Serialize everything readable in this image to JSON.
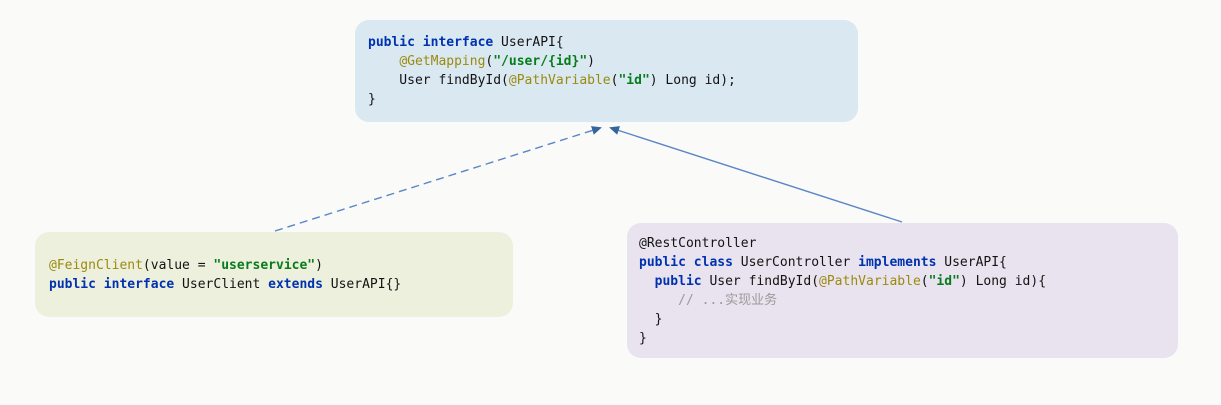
{
  "diagram": {
    "description": "Feign client / REST controller sharing a common UserAPI interface",
    "colors": {
      "page_background": "#fafaf8",
      "box_top_background": "#d9e8f1",
      "box_left_background": "#eef0de",
      "box_right_background": "#e8e3ee",
      "keyword": "#0032b0",
      "annotation": "#9b8a0f",
      "string": "#077c1b",
      "comment": "#9a9a9a",
      "plain_text": "#131313",
      "arrow_line": "#5a86c5",
      "arrow_head": "#33659e"
    }
  },
  "boxes": [
    {
      "id": "userapi-interface-box",
      "lines": [
        [
          {
            "t": "public interface",
            "s": "kw"
          },
          {
            "t": " UserAPI{",
            "s": "pl"
          }
        ],
        [
          {
            "t": "    ",
            "s": "pl"
          },
          {
            "t": "@GetMapping",
            "s": "ann"
          },
          {
            "t": "(",
            "s": "pl"
          },
          {
            "t": "\"/user/{id}\"",
            "s": "str"
          },
          {
            "t": ")",
            "s": "pl"
          }
        ],
        [
          {
            "t": "    User findById(",
            "s": "pl"
          },
          {
            "t": "@PathVariable",
            "s": "ann"
          },
          {
            "t": "(",
            "s": "pl"
          },
          {
            "t": "\"id\"",
            "s": "str"
          },
          {
            "t": ") Long id);",
            "s": "pl"
          }
        ],
        [
          {
            "t": "}",
            "s": "pl"
          }
        ]
      ]
    },
    {
      "id": "feign-client-box",
      "lines": [
        [
          {
            "t": "@FeignClient",
            "s": "ann"
          },
          {
            "t": "(value = ",
            "s": "pl"
          },
          {
            "t": "\"userservice\"",
            "s": "str"
          },
          {
            "t": ")",
            "s": "pl"
          }
        ],
        [
          {
            "t": "public interface",
            "s": "kw"
          },
          {
            "t": " UserClient ",
            "s": "pl"
          },
          {
            "t": "extends",
            "s": "kw"
          },
          {
            "t": " UserAPI{}",
            "s": "pl"
          }
        ]
      ]
    },
    {
      "id": "rest-controller-box",
      "lines": [
        [
          {
            "t": "@RestController",
            "s": "pl"
          }
        ],
        [
          {
            "t": "public class",
            "s": "kw"
          },
          {
            "t": " UserController ",
            "s": "pl"
          },
          {
            "t": "implements",
            "s": "kw"
          },
          {
            "t": " UserAPI{",
            "s": "pl"
          }
        ],
        [
          {
            "t": "  ",
            "s": "pl"
          },
          {
            "t": "public",
            "s": "kw"
          },
          {
            "t": " User findById(",
            "s": "pl"
          },
          {
            "t": "@PathVariable",
            "s": "ann"
          },
          {
            "t": "(",
            "s": "pl"
          },
          {
            "t": "\"id\"",
            "s": "str"
          },
          {
            "t": ") Long id){",
            "s": "pl"
          }
        ],
        [
          {
            "t": "     ",
            "s": "pl"
          },
          {
            "t": "// ...实现业务",
            "s": "cmt"
          }
        ],
        [
          {
            "t": "  }",
            "s": "pl"
          }
        ],
        [
          {
            "t": "}",
            "s": "pl"
          }
        ]
      ]
    }
  ],
  "arrows": [
    {
      "id": "extends-arrow",
      "from": "feign-client-box",
      "to": "userapi-interface-box",
      "style": "dashed"
    },
    {
      "id": "implements-arrow",
      "from": "rest-controller-box",
      "to": "userapi-interface-box",
      "style": "solid"
    }
  ]
}
